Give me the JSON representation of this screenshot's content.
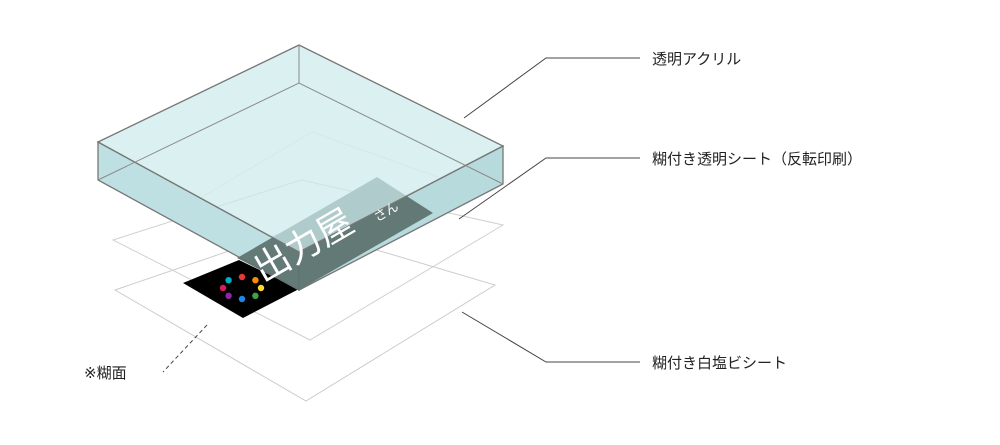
{
  "labels": {
    "acrylic": "透明アクリル",
    "transparent_sheet": "糊付き透明シート（反転印刷）",
    "white_sheet": "糊付き白塩ビシート",
    "adhesive_note": "※糊面"
  },
  "brand": {
    "main_text": "出力屋",
    "suffix_text": "さん",
    "dot_colors": [
      "#e53935",
      "#fb8c00",
      "#fdd835",
      "#43a047",
      "#1e88e5",
      "#8e24aa",
      "#d81b60",
      "#00acc1"
    ]
  },
  "colors": {
    "acrylic_fill": "#cdeaec",
    "acrylic_edge": "#777777",
    "print_band": "#5d7370",
    "logo_square": "#000000",
    "sheet_outline": "#cccccc",
    "leader_line": "#444444"
  }
}
